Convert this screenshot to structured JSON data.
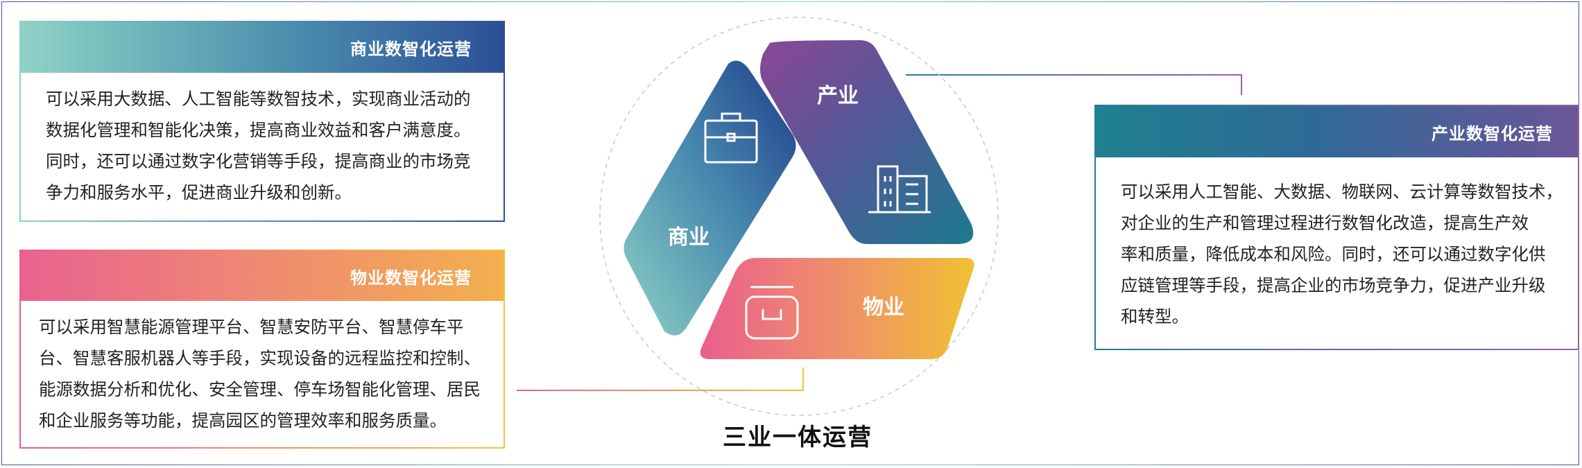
{
  "panels": {
    "commerce": {
      "title": "商业数智化运营",
      "lines": [
        "可以采用大数据、人工智能等数智技术，实现商业活动的",
        "数据化管理和智能化决策，提高商业效益和客户满意度。",
        "同时，还可以通过数字化营销等手段，提高商业的市场竞",
        "争力和服务水平，促进商业升级和创新。"
      ]
    },
    "property": {
      "title": "物业数智化运营",
      "lines": [
        "可以采用智慧能源管理平台、智慧安防平台、智慧停车平",
        "台、智慧客服机器人等手段，实现设备的远程监控和控制、",
        "能源数据分析和优化、安全管理、停车场智能化管理、居民",
        "和企业服务等功能，提高园区的管理效率和服务质量。"
      ]
    },
    "industry": {
      "title": "产业数智化运营",
      "lines": [
        "可以采用人工智能、大数据、物联网、云计算等数智技术，",
        "对企业的生产和管理过程进行数智化改造，提高生产效",
        "率和质量，降低成本和风险。同时，还可以通过数字化供",
        "应链管理等手段，提高企业的市场竞争力，促进产业升级",
        "和转型。"
      ]
    }
  },
  "diagram": {
    "title": "三业一体运营",
    "segments": {
      "commerce": {
        "label": "商业",
        "icon": "briefcase-icon",
        "colors": [
          "#8fd1c4",
          "#1e3d8a"
        ]
      },
      "industry": {
        "label": "产业",
        "icon": "buildings-icon",
        "colors": [
          "#8b4795",
          "#1d7a8e"
        ]
      },
      "property": {
        "label": "物业",
        "icon": "inbox-icon",
        "colors": [
          "#ea5f8e",
          "#f1c033"
        ]
      }
    }
  }
}
